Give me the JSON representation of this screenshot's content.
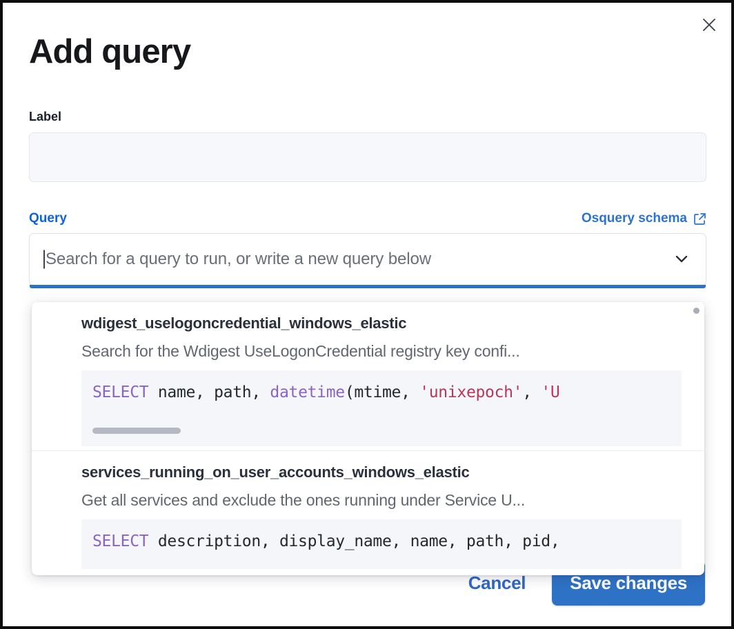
{
  "modal": {
    "title": "Add query",
    "close_icon": "close-icon"
  },
  "label_field": {
    "label": "Label",
    "value": "",
    "placeholder": ""
  },
  "query_field": {
    "label": "Query",
    "schema_link_text": "Osquery schema",
    "schema_link_icon": "external-link-icon",
    "combobox_placeholder": "Search for a query to run, or write a new query below",
    "combobox_value": "",
    "chevron_icon": "chevron-down-icon"
  },
  "dropdown": {
    "items": [
      {
        "title": "wdigest_uselogoncredential_windows_elastic",
        "description": "Search for the Wdigest UseLogonCredential registry key confi...",
        "code_tokens": [
          {
            "t": "SELECT",
            "c": "kw"
          },
          {
            "t": " name, path, ",
            "c": "pl"
          },
          {
            "t": "datetime",
            "c": "fn"
          },
          {
            "t": "(mtime, ",
            "c": "pl"
          },
          {
            "t": "'unixepoch'",
            "c": "str"
          },
          {
            "t": ", ",
            "c": "pl"
          },
          {
            "t": "'U",
            "c": "str"
          }
        ],
        "has_code_scrollbar": true
      },
      {
        "title": "services_running_on_user_accounts_windows_elastic",
        "description": "Get all services and exclude the ones running under Service U...",
        "code_tokens": [
          {
            "t": "SELECT",
            "c": "kw"
          },
          {
            "t": " description, display_name, name, path, pid,",
            "c": "pl"
          }
        ],
        "has_code_scrollbar": false
      }
    ]
  },
  "footer": {
    "cancel_label": "Cancel",
    "save_label": "Save changes"
  },
  "colors": {
    "accent_blue": "#2e72c6",
    "link_blue": "#0b64dd",
    "keyword_purple": "#8a63c4",
    "string_crimson": "#b83757",
    "code_bg": "#f5f6fa",
    "input_bg": "#f7f8fc"
  }
}
